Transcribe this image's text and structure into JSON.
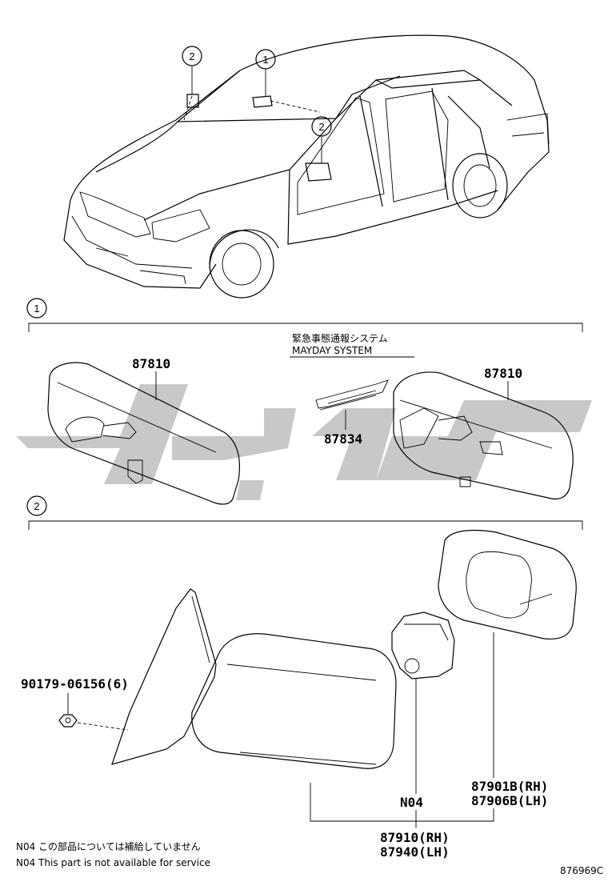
{
  "callouts": {
    "one": "1",
    "two": "2"
  },
  "section1": {
    "heading_jp": "緊急事態通報システム",
    "heading_en": "MAYDAY SYSTEM",
    "part_left": "87810",
    "part_right": "87810",
    "part_center": "87834"
  },
  "section2": {
    "bolt": "90179-06156(6)",
    "glass_rh": "87901B(RH)",
    "glass_lh": "87906B(LH)",
    "n04": "N04",
    "assy_rh": "87910(RH)",
    "assy_lh": "87940(LH)"
  },
  "notes": {
    "jp": "N04 この部品については補給していません",
    "en": "N04 This part is not available for service"
  },
  "diagram_code": "876969C"
}
